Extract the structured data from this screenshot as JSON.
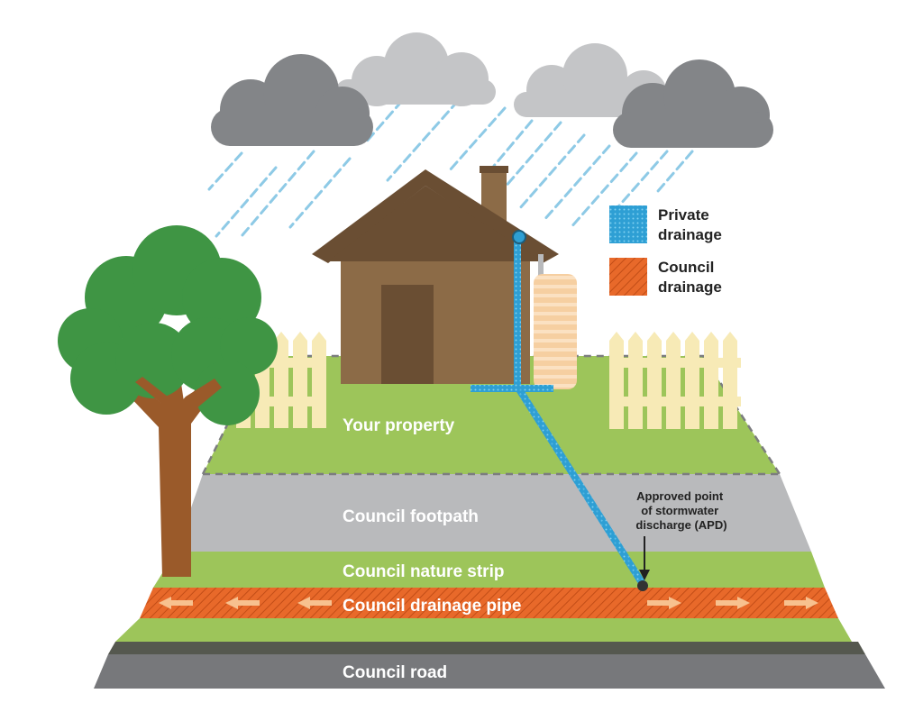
{
  "legend": {
    "private": [
      "Private",
      "drainage"
    ],
    "council": [
      "Council",
      "drainage"
    ]
  },
  "zones": {
    "property": "Your property",
    "footpath": "Council footpath",
    "nature_strip": "Council nature strip",
    "drainage_pipe": "Council drainage pipe",
    "road": "Council road"
  },
  "apd_note": [
    "Approved point",
    "of stormwater",
    "discharge (APD)"
  ],
  "colors": {
    "private_drainage": "#2e9fd4",
    "council_drainage": "#e8692a",
    "grass": "#9dc55a",
    "footpath": "#b9babc",
    "road": "#77787b",
    "house": "#8c6b47",
    "roof": "#6a4e33",
    "fence": "#f7eab6",
    "tree_foliage": "#3f9544",
    "tree_trunk": "#9a5a2a",
    "cloud_dark": "#838588",
    "cloud_light": "#c4c5c7",
    "rain": "#8ecae6"
  }
}
